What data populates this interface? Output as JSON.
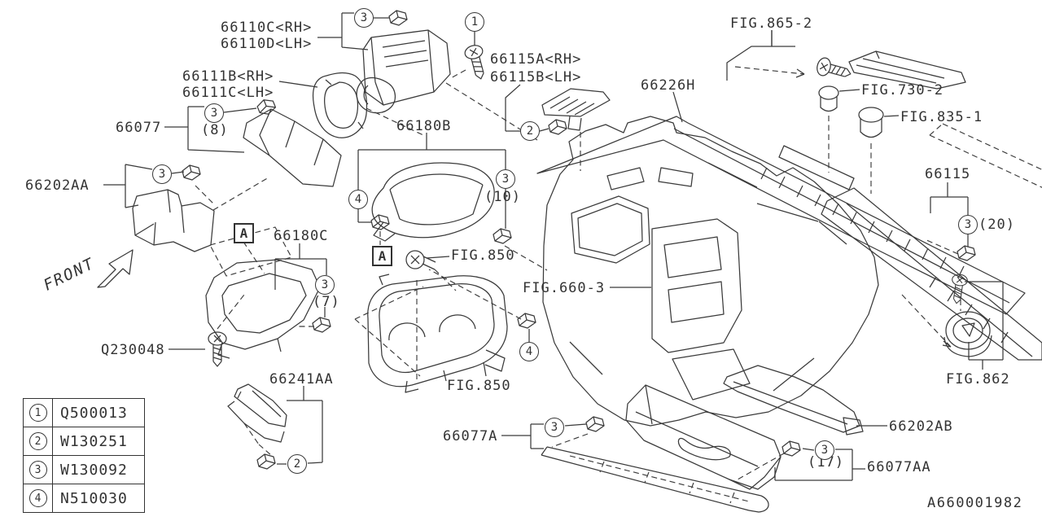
{
  "doc": {
    "drawing_number": "A660001982",
    "front_label": "FRONT",
    "detail_marker": "A"
  },
  "legend": {
    "rows": [
      {
        "num": "1",
        "part": "Q500013"
      },
      {
        "num": "2",
        "part": "W130251"
      },
      {
        "num": "3",
        "part": "W130092"
      },
      {
        "num": "4",
        "part": "N510030"
      }
    ]
  },
  "labels": [
    {
      "text": "66110C<RH>"
    },
    {
      "text": "66110D<LH>"
    },
    {
      "text": "66111B<RH>"
    },
    {
      "text": "66111C<LH>"
    },
    {
      "text": "66077"
    },
    {
      "text": "(8)"
    },
    {
      "text": "66202AA"
    },
    {
      "text": "66180B"
    },
    {
      "text": "66115A<RH>"
    },
    {
      "text": "66115B<LH>"
    },
    {
      "text": "66226H"
    },
    {
      "text": "FIG.865-2"
    },
    {
      "text": "FIG.730-2"
    },
    {
      "text": "FIG.835-1"
    },
    {
      "text": "66115"
    },
    {
      "text": "(20)"
    },
    {
      "text": "66180C"
    },
    {
      "text": "(7)"
    },
    {
      "text": "FIG.850"
    },
    {
      "text": "FIG.660-3"
    },
    {
      "text": "Q230048"
    },
    {
      "text": "66241AA"
    },
    {
      "text": "FIG.850"
    },
    {
      "text": "66077A"
    },
    {
      "text": "(10)"
    },
    {
      "text": "66202AB"
    },
    {
      "text": "(17)"
    },
    {
      "text": "66077AA"
    },
    {
      "text": "FIG.862"
    },
    {
      "text": "A660001982"
    }
  ],
  "callouts": [
    "3",
    "1",
    "3",
    "3",
    "2",
    "4",
    "3",
    "3",
    "3",
    "4",
    "3",
    "2",
    "3"
  ]
}
